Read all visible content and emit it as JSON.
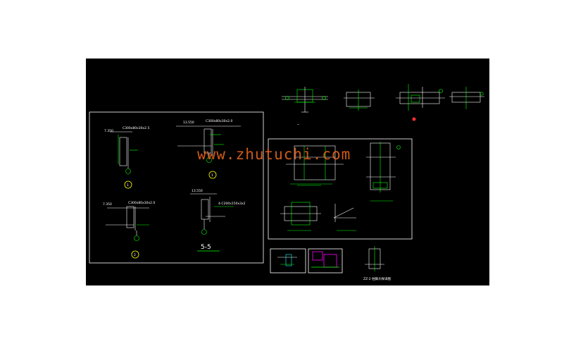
{
  "watermark": "www.zhutuchi.com",
  "colors": {
    "background": "#000000",
    "line": "#ffffff",
    "green": "#00ff00",
    "yellow": "#ffff00",
    "magenta": "#ff00ff",
    "watermark": "#e0621a"
  },
  "panel_left": {
    "d1": {
      "elev": "7.350",
      "spec": "C300x80x30x2.5",
      "marker": "1"
    },
    "d2": {
      "elev": "13.550",
      "spec": "C300x80x30x2.0",
      "marker": "1"
    },
    "d3": {
      "elev": "7.350",
      "spec": "C300x80x30x2.0",
      "marker": "2"
    },
    "d4": {
      "elev": "13.550",
      "spec": "4-C200x150x3x2"
    },
    "section": "5-5"
  },
  "panel_bottom": {
    "caption": "ZZ-2 柱脚大样详图"
  }
}
